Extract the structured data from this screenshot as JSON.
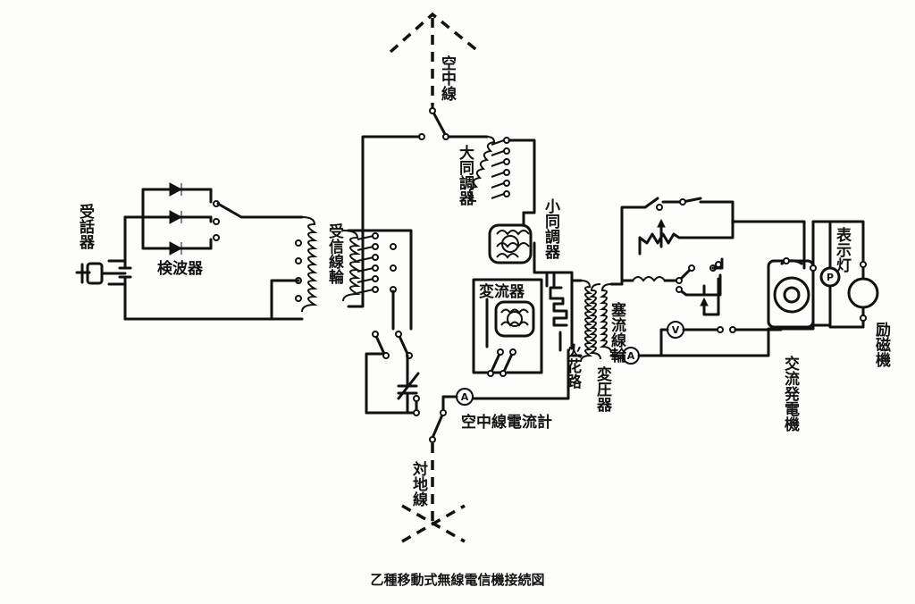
{
  "labels": {
    "aerial": "空中線",
    "large_tuner": "大同調器",
    "small_tuner": "小同調器",
    "telephone_receiver": "受話器",
    "detector": "検波器",
    "receiving_coil": "受信線輪",
    "rectifier": "変流器",
    "spark_gap": "火花路",
    "transformer": "変圧器",
    "choke_coil": "塞流線輪",
    "alternator": "交流発電機",
    "indicator_lamp": "表示灯",
    "exciter": "励磁機",
    "aerial_ammeter": "空中線電流計",
    "ground_wire": "対地線"
  },
  "meters": {
    "ammeter_symbol": "A",
    "voltmeter_symbol": "V",
    "lamp_symbol": "P"
  },
  "caption": "乙種移動式無線電信機接続図"
}
